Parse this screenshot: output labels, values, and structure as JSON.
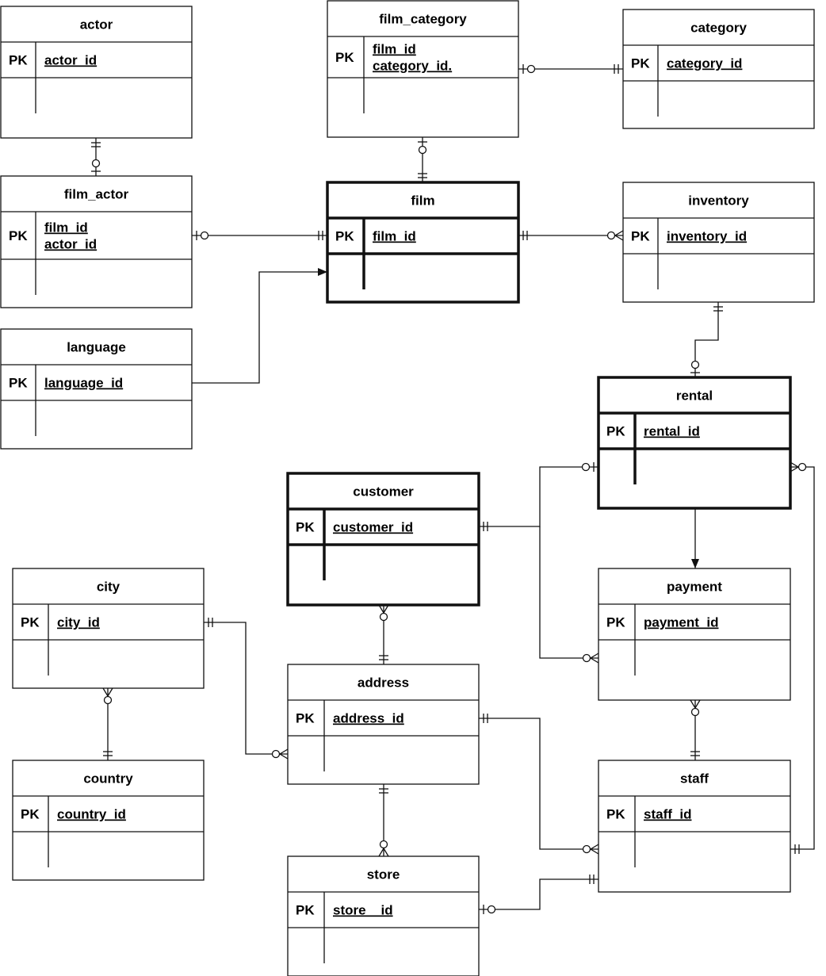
{
  "entities": [
    {
      "id": "actor",
      "title": "actor",
      "pk_label": "PK",
      "fields": [
        "actor_id"
      ]
    },
    {
      "id": "film_category",
      "title": "film_category",
      "pk_label": "PK",
      "fields": [
        "film_id",
        "category_id."
      ]
    },
    {
      "id": "category",
      "title": "category",
      "pk_label": "PK",
      "fields": [
        "category_id"
      ]
    },
    {
      "id": "film_actor",
      "title": "film_actor",
      "pk_label": "PK",
      "fields": [
        "film_id",
        "actor_id"
      ]
    },
    {
      "id": "film",
      "title": "film",
      "pk_label": "PK",
      "fields": [
        "film_id"
      ]
    },
    {
      "id": "inventory",
      "title": "inventory",
      "pk_label": "PK",
      "fields": [
        "inventory_id"
      ]
    },
    {
      "id": "language",
      "title": "language",
      "pk_label": "PK",
      "fields": [
        "language_id"
      ]
    },
    {
      "id": "rental",
      "title": "rental",
      "pk_label": "PK",
      "fields": [
        "rental_id"
      ]
    },
    {
      "id": "customer",
      "title": "customer",
      "pk_label": "PK",
      "fields": [
        "customer_id"
      ]
    },
    {
      "id": "payment",
      "title": "payment",
      "pk_label": "PK",
      "fields": [
        "payment_id"
      ]
    },
    {
      "id": "city",
      "title": "city",
      "pk_label": "PK",
      "fields": [
        "city_id"
      ]
    },
    {
      "id": "address",
      "title": "address",
      "pk_label": "PK",
      "fields": [
        "address_id"
      ]
    },
    {
      "id": "country",
      "title": "country",
      "pk_label": "PK",
      "fields": [
        "country_id"
      ]
    },
    {
      "id": "staff",
      "title": "staff",
      "pk_label": "PK",
      "fields": [
        "staff_id"
      ]
    },
    {
      "id": "store",
      "title": "store",
      "pk_label": "PK",
      "fields": [
        "store__id"
      ]
    }
  ],
  "relationships": [
    {
      "from": "actor",
      "to": "film_actor",
      "from_end": "one-mandatory",
      "to_end": "zero-or-one"
    },
    {
      "from": "film_actor",
      "to": "film",
      "from_end": "zero-or-one",
      "to_end": "one-mandatory"
    },
    {
      "from": "film_category",
      "to": "category",
      "from_end": "zero-or-one",
      "to_end": "one-mandatory"
    },
    {
      "from": "film_category",
      "to": "film",
      "from_end": "zero-or-one",
      "to_end": "one-mandatory"
    },
    {
      "from": "film",
      "to": "inventory",
      "from_end": "one-mandatory",
      "to_end": "zero-or-many"
    },
    {
      "from": "language",
      "to": "film",
      "from_end": "none",
      "to_end": "arrow"
    },
    {
      "from": "inventory",
      "to": "rental",
      "from_end": "one-mandatory",
      "to_end": "zero-or-one"
    },
    {
      "from": "rental",
      "to": "payment",
      "from_end": "none",
      "to_end": "arrow"
    },
    {
      "from": "customer",
      "to": "rental",
      "from_end": "one-mandatory",
      "to_end": "zero-or-one"
    },
    {
      "from": "customer",
      "to": "payment",
      "from_end": "one-mandatory",
      "to_end": "zero-or-many"
    },
    {
      "from": "customer",
      "to": "address",
      "from_end": "zero-or-many",
      "to_end": "one-mandatory"
    },
    {
      "from": "city",
      "to": "address",
      "from_end": "one-mandatory",
      "to_end": "zero-or-many"
    },
    {
      "from": "city",
      "to": "country",
      "from_end": "zero-or-many",
      "to_end": "one-mandatory"
    },
    {
      "from": "address",
      "to": "store",
      "from_end": "one-mandatory",
      "to_end": "zero-or-many"
    },
    {
      "from": "address",
      "to": "staff",
      "from_end": "one-mandatory",
      "to_end": "zero-or-many"
    },
    {
      "from": "payment",
      "to": "staff",
      "from_end": "zero-or-many",
      "to_end": "one-mandatory"
    },
    {
      "from": "staff",
      "to": "rental",
      "from_end": "one-mandatory",
      "to_end": "zero-or-many"
    },
    {
      "from": "store",
      "to": "staff",
      "from_end": "zero-or-one",
      "to_end": "one-mandatory"
    }
  ]
}
